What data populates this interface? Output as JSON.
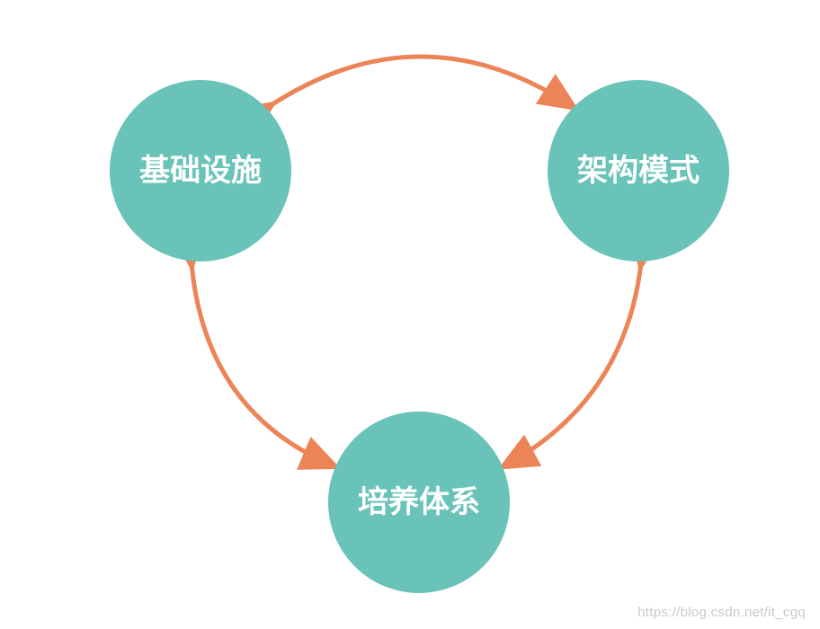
{
  "nodes": {
    "infrastructure": {
      "label": "基础设施"
    },
    "architecture": {
      "label": "架构模式"
    },
    "training": {
      "label": "培养体系"
    }
  },
  "watermark": "https://blog.csdn.net/it_cgq",
  "colors": {
    "node_fill": "#6ac3b8",
    "arrow": "#ec8458",
    "label": "#ffffff"
  }
}
